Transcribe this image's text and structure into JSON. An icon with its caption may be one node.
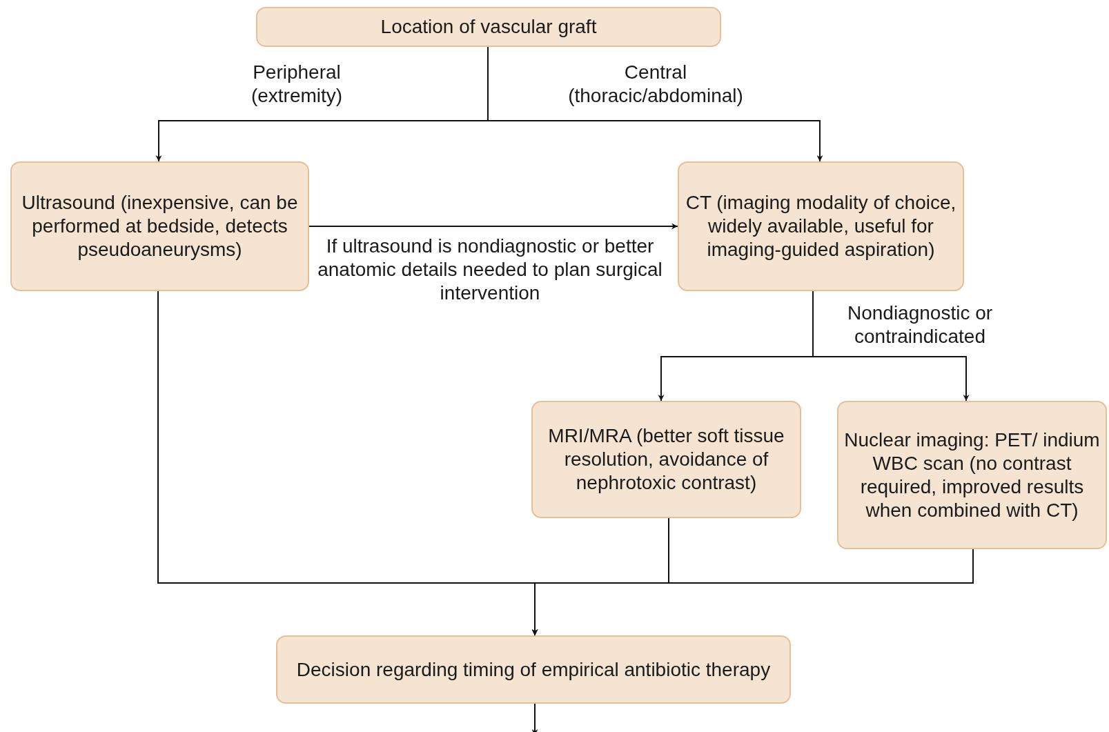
{
  "diagram": {
    "nodes": [
      {
        "text": [
          "Location of vascular graft"
        ]
      },
      {
        "text": [
          "Ultrasound (inexpensive, can be performed at bedside, detects pseudoaneurysms)"
        ]
      },
      {
        "text": [
          "CT (imaging modality of choice, widely available, useful for imaging-guided aspiration)"
        ]
      },
      {
        "text": [
          "MRI/MRA (better soft tissue resolution, avoidance of nephrotoxic contrast)"
        ]
      },
      {
        "text": [
          "Nuclear imaging: PET/ indium WBC scan (no contrast required, improved results when combined with CT)"
        ]
      },
      {
        "text": [
          "Decision regarding timing of empirical antibiotic therapy"
        ]
      }
    ],
    "edges": [
      {
        "from": 0,
        "to": 1,
        "arrow": "to",
        "label": "Peripheral (extremity)"
      },
      {
        "from": 0,
        "to": 2,
        "arrow": "to",
        "label": "Central (thoracic/abdominal)"
      },
      {
        "from": 1,
        "to": 2,
        "arrow": "to",
        "label": "If ultrasound is nondiagnostic or better anatomic details needed to plan surgical intervention"
      },
      {
        "from": 2,
        "to": 3,
        "arrow": "to",
        "label": "Nondiagnostic or contraindicated"
      },
      {
        "from": 2,
        "to": 4,
        "arrow": "to"
      },
      {
        "from": 1,
        "to": 5,
        "arrow": "to"
      },
      {
        "from": 3,
        "to": 5,
        "arrow": "to"
      },
      {
        "from": 4,
        "to": 5,
        "arrow": "to"
      },
      {
        "from": 5,
        "to": null,
        "arrow": "to"
      }
    ]
  }
}
